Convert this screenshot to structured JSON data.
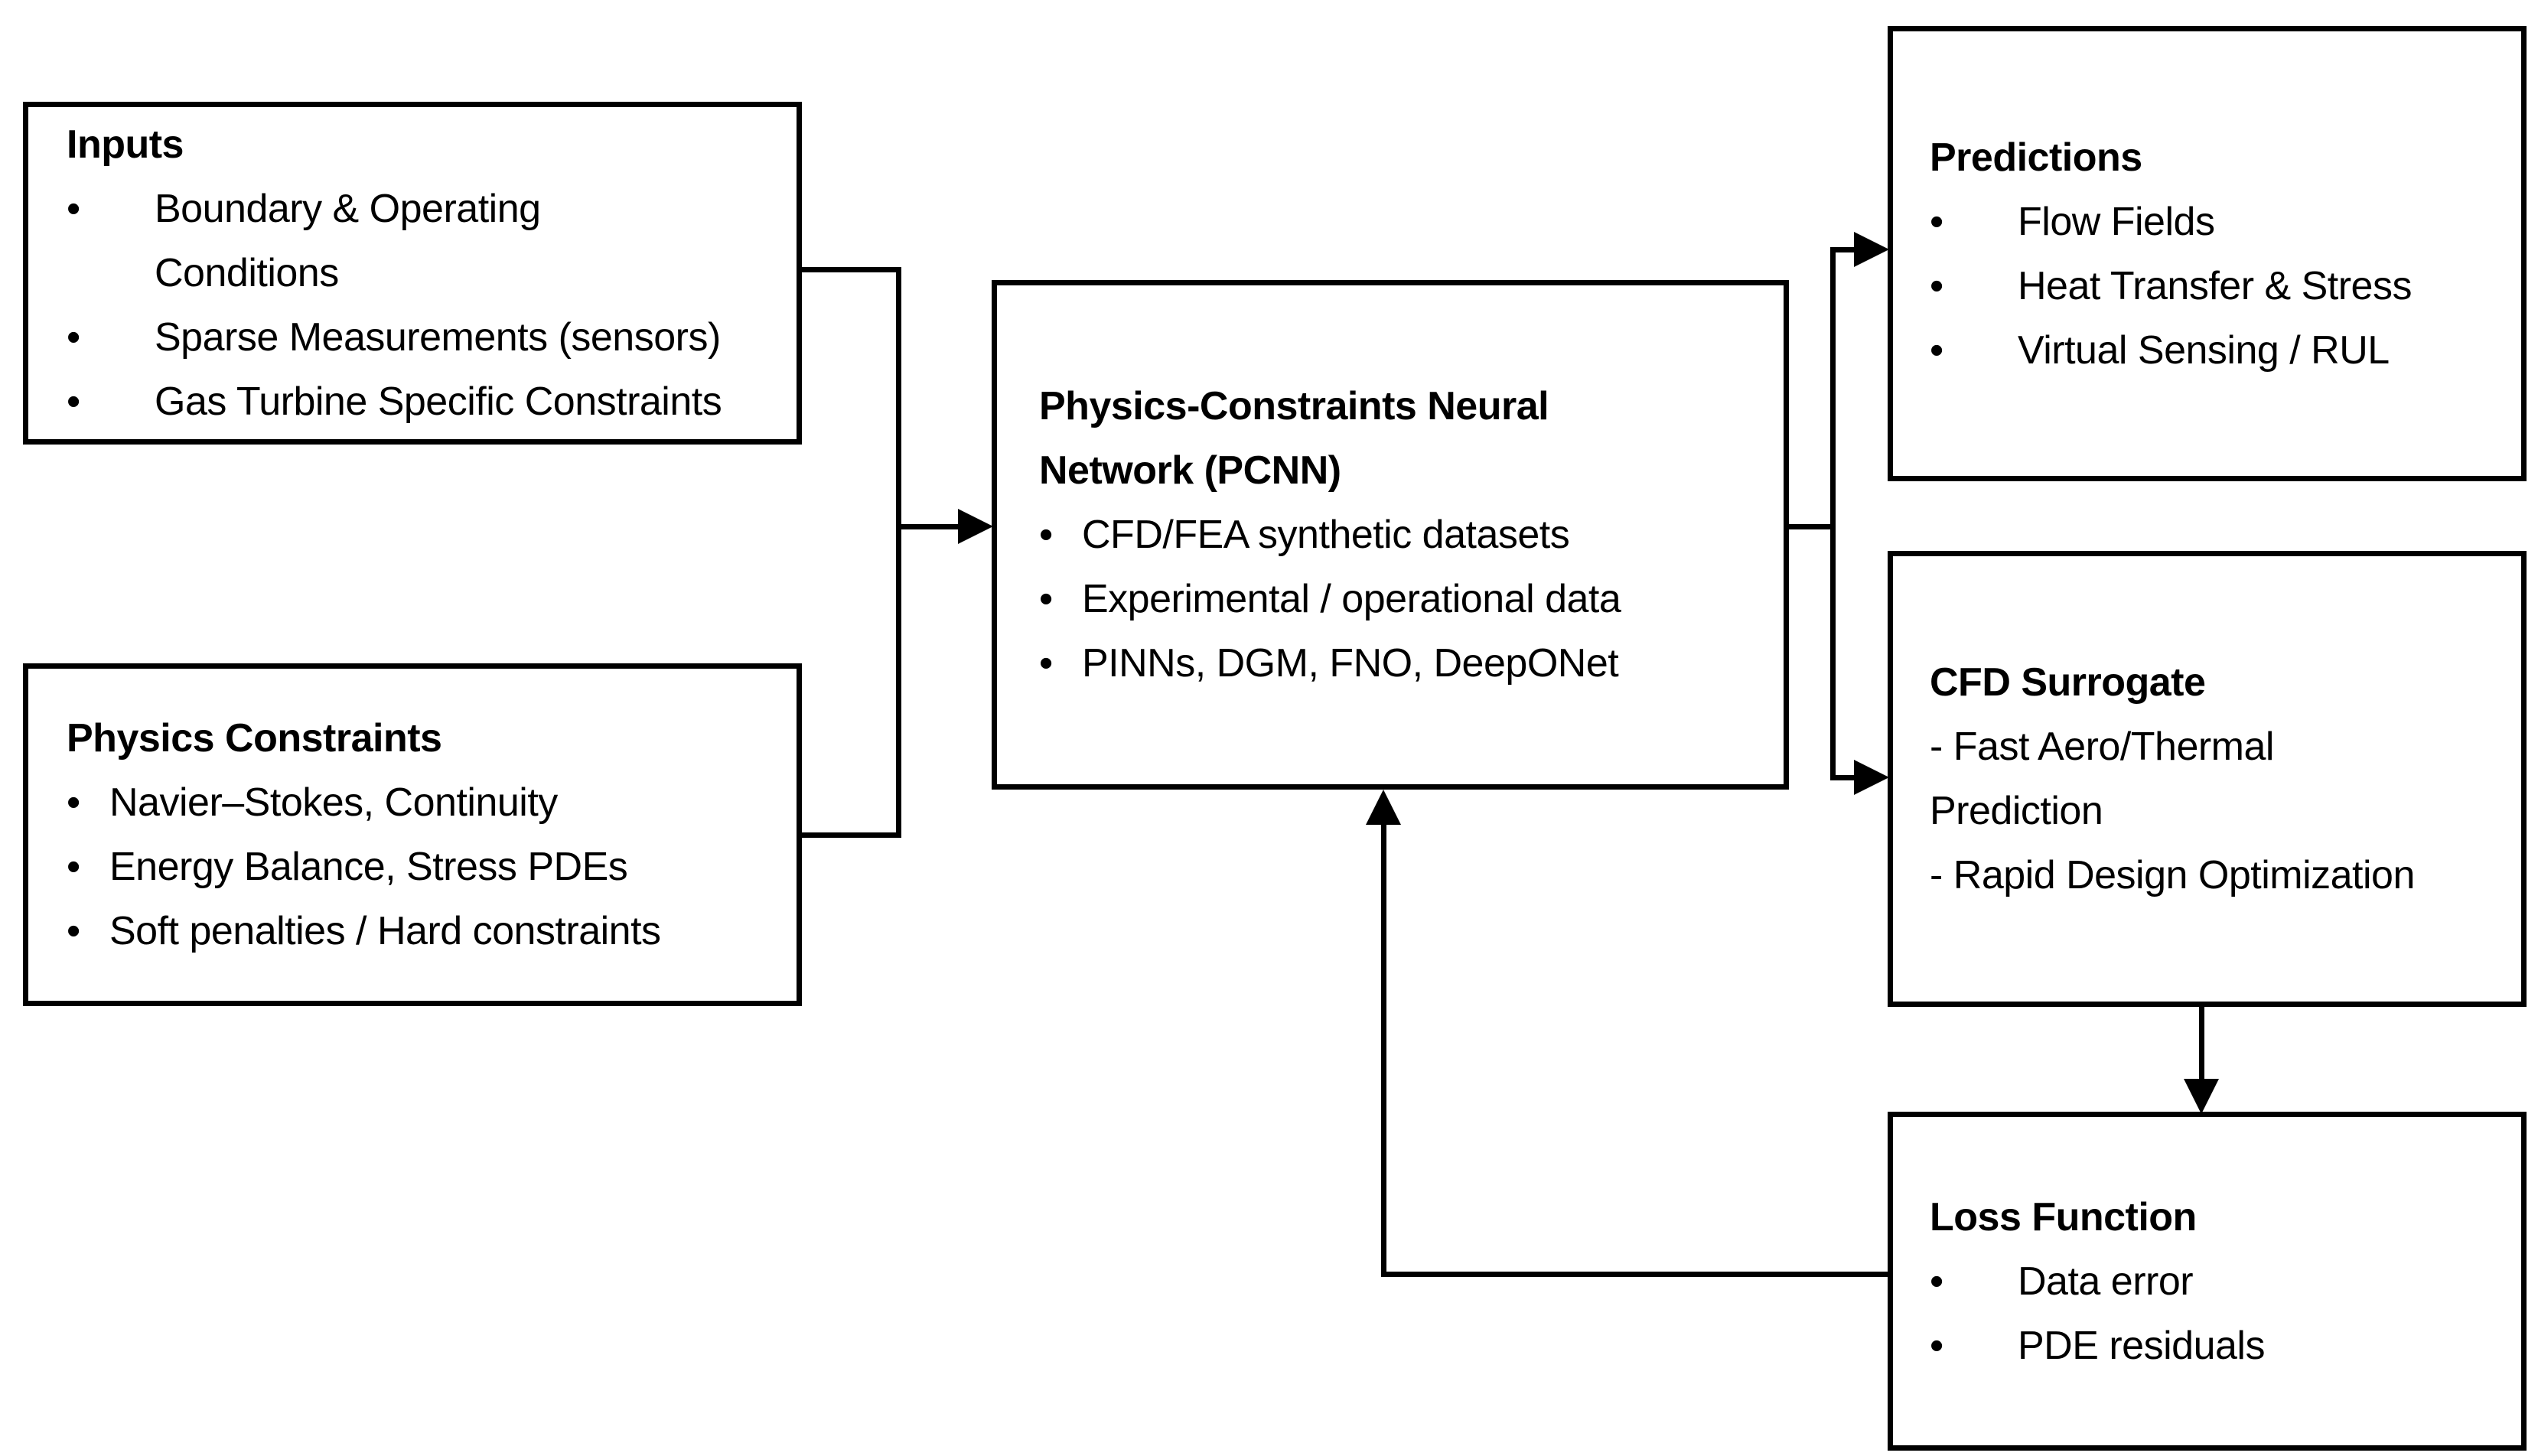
{
  "page": {
    "background_color": "#ffffff",
    "line_color": "#000000",
    "text_color": "#000000"
  },
  "boxes": [
    {
      "id": "inputs",
      "title": "Inputs",
      "items": [
        {
          "bullet": "•",
          "text": "Boundary & Operating"
        },
        {
          "bullet": "",
          "text": "Conditions"
        },
        {
          "bullet": "•",
          "text": "Sparse Measurements (sensors)"
        },
        {
          "bullet": "•",
          "text": "Gas Turbine Specific Constraints"
        }
      ]
    },
    {
      "id": "physics-constraints",
      "title": "Physics Constraints",
      "items": [
        {
          "bullet": "•",
          "text": "Navier–Stokes, Continuity"
        },
        {
          "bullet": "•",
          "text": "Energy Balance, Stress PDEs"
        },
        {
          "bullet": "•",
          "text": "Soft penalties / Hard constraints"
        }
      ]
    },
    {
      "id": "pcnn",
      "title": "Physics-Constraints Neural\nNetwork (PCNN)",
      "items": [
        {
          "bullet": "•",
          "text": "CFD/FEA synthetic datasets"
        },
        {
          "bullet": "•",
          "text": "Experimental / operational data"
        },
        {
          "bullet": "•",
          "text": "PINNs, DGM, FNO, DeepONet"
        }
      ]
    },
    {
      "id": "predictions",
      "title": "Predictions",
      "items": [
        {
          "bullet": "•",
          "text": "Flow Fields"
        },
        {
          "bullet": "•",
          "text": "Heat Transfer & Stress"
        },
        {
          "bullet": "•",
          "text": "Virtual Sensing / RUL"
        }
      ]
    },
    {
      "id": "cfd-surrogate",
      "title": "CFD Surrogate",
      "items": [
        {
          "bullet": "",
          "text": "- Fast Aero/Thermal"
        },
        {
          "bullet": "",
          "text": "Prediction"
        },
        {
          "bullet": "",
          "text": "- Rapid Design Optimization"
        }
      ]
    },
    {
      "id": "loss-function",
      "title": "Loss Function",
      "items": [
        {
          "bullet": "•",
          "text": "Data error"
        },
        {
          "bullet": "•",
          "text": "PDE residuals"
        }
      ]
    }
  ],
  "edges": [
    {
      "from": "inputs",
      "to": "pcnn"
    },
    {
      "from": "physics-constraints",
      "to": "pcnn"
    },
    {
      "from": "pcnn",
      "to": "predictions"
    },
    {
      "from": "pcnn",
      "to": "cfd-surrogate"
    },
    {
      "from": "cfd-surrogate",
      "to": "loss-function"
    },
    {
      "from": "loss-function",
      "to": "pcnn"
    }
  ]
}
